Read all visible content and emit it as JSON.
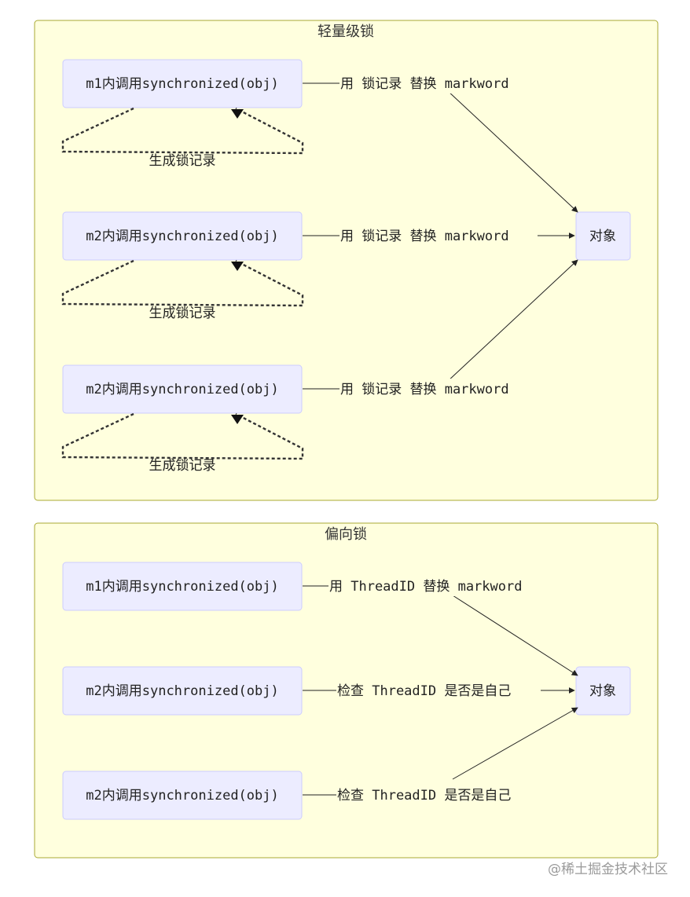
{
  "clusters": {
    "lightweight": {
      "title": "轻量级锁",
      "nodes": [
        "m1内调用synchronized(obj)",
        "m2内调用synchronized(obj)",
        "m2内调用synchronized(obj)"
      ],
      "edge_labels": [
        "用 锁记录 替换 markword",
        "用 锁记录 替换 markword",
        "用 锁记录 替换 markword"
      ],
      "loop_labels": [
        "生成锁记录",
        "生成锁记录",
        "生成锁记录"
      ],
      "target": "对象"
    },
    "biased": {
      "title": "偏向锁",
      "nodes": [
        "m1内调用synchronized(obj)",
        "m2内调用synchronized(obj)",
        "m2内调用synchronized(obj)"
      ],
      "edge_labels": [
        "用 ThreadID 替换 markword",
        "检查 ThreadID 是否是自己",
        "检查 ThreadID 是否是自己"
      ],
      "target": "对象"
    }
  },
  "credit": "@稀土掘金技术社区"
}
